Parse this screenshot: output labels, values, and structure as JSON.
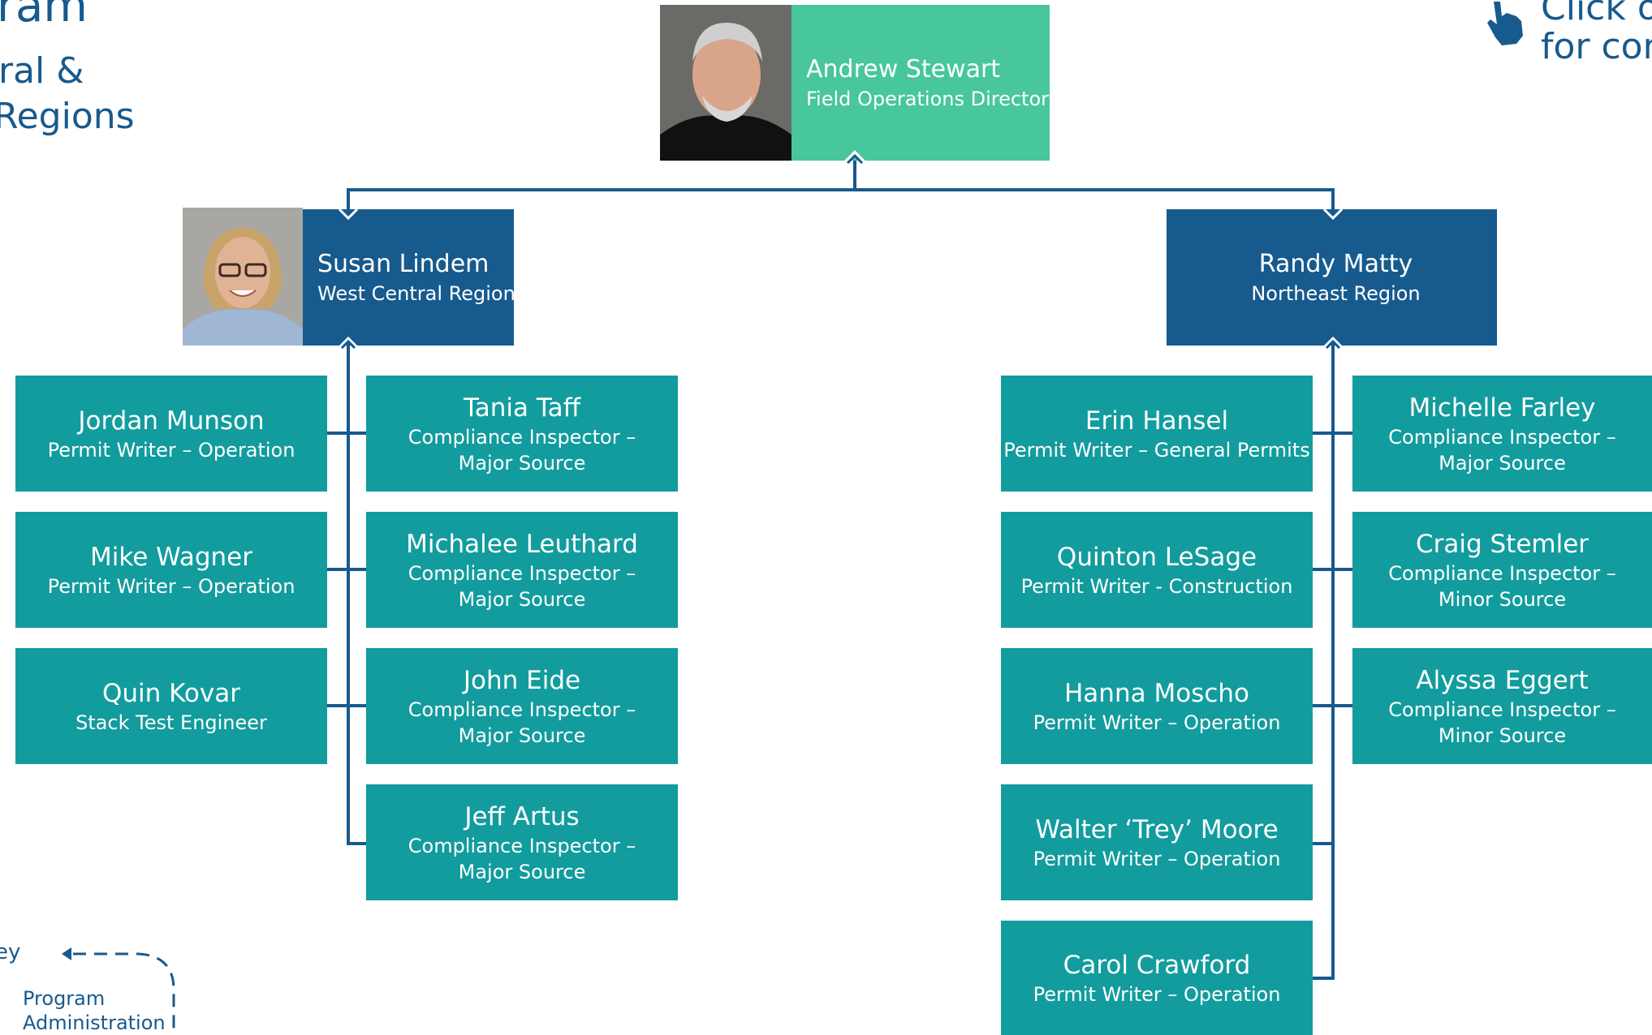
{
  "header": {
    "title_fragment": "ram",
    "subtitle_line1": "ral &",
    "subtitle_line2": " Regions"
  },
  "hint": {
    "icon": "pointing-hand-icon",
    "line1": "Click o",
    "line2": "for con"
  },
  "director": {
    "name": "Andrew Stewart",
    "title": "Field Operations Director",
    "color": "#47c79b"
  },
  "regions": [
    {
      "name": "Susan Lindem",
      "title": "West Central Region",
      "color": "#175a8e"
    },
    {
      "name": "Randy Matty",
      "title": "Northeast Region",
      "color": "#175a8e"
    }
  ],
  "staff_west_left": [
    {
      "name": "Jordan Munson",
      "role": "Permit Writer – Operation"
    },
    {
      "name": "Mike Wagner",
      "role": "Permit Writer – Operation"
    },
    {
      "name": "Quin Kovar",
      "role": "Stack Test Engineer"
    }
  ],
  "staff_west_right": [
    {
      "name": "Tania Taff",
      "role1": "Compliance Inspector –",
      "role2": "Major Source"
    },
    {
      "name": "Michalee Leuthard",
      "role1": "Compliance Inspector –",
      "role2": "Major Source"
    },
    {
      "name": "John Eide",
      "role1": "Compliance Inspector –",
      "role2": "Major Source"
    },
    {
      "name": "Jeff Artus",
      "role1": "Compliance Inspector –",
      "role2": "Major Source"
    }
  ],
  "staff_ne_left": [
    {
      "name": "Erin Hansel",
      "role": "Permit Writer – General Permits"
    },
    {
      "name": "Quinton LeSage",
      "role": "Permit Writer - Construction"
    },
    {
      "name": "Hanna Moscho",
      "role": "Permit Writer – Operation"
    },
    {
      "name": "Walter ‘Trey’ Moore",
      "role": "Permit Writer – Operation"
    },
    {
      "name": "Carol Crawford",
      "role": "Permit Writer – Operation"
    }
  ],
  "staff_ne_right": [
    {
      "name": "Michelle Farley",
      "role1": "Compliance Inspector –",
      "role2": "Major Source"
    },
    {
      "name": "Craig Stemler",
      "role1": "Compliance Inspector –",
      "role2": "Minor Source"
    },
    {
      "name": "Alyssa Eggert",
      "role1": "Compliance Inspector –",
      "role2": "Minor Source"
    }
  ],
  "key": {
    "label_fragment": "ey",
    "line1": "Program",
    "line2": "Administration"
  },
  "colors": {
    "teal": "#129c9e",
    "navy": "#175a8e",
    "green": "#47c79b",
    "line": "#175a8e"
  }
}
